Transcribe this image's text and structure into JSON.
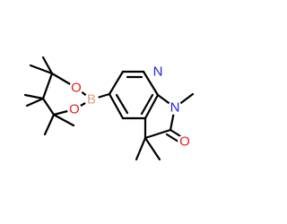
{
  "molecule": {
    "atoms": [
      {
        "label": "N",
        "color": "#2020e0"
      },
      {
        "label": "N",
        "color": "#2020e0"
      },
      {
        "label": "O",
        "color": "#e02020"
      },
      {
        "label": "B",
        "color": "#e0a080"
      },
      {
        "label": "O",
        "color": "#e02020"
      },
      {
        "label": "O",
        "color": "#e02020"
      }
    ]
  }
}
